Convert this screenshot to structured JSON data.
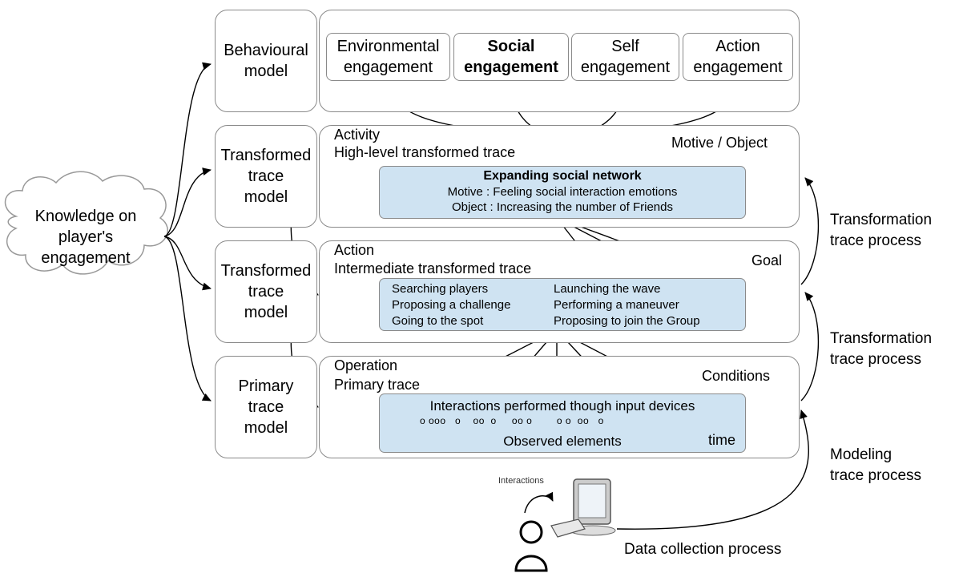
{
  "knowledge": "Knowledge on\nplayer's\nengagement",
  "left_models": [
    "Behavioural\nmodel",
    "Transformed\ntrace\nmodel",
    "Transformed\ntrace\nmodel",
    "Primary\ntrace\nmodel"
  ],
  "engagements": [
    "Environmental\nengagement",
    "Social\nengagement",
    "Self\nengagement",
    "Action\nengagement"
  ],
  "activity": {
    "level": "Activity",
    "trace": "High-level transformed trace",
    "right": "Motive / Object",
    "box_title": "Expanding social network",
    "motive": "Motive : Feeling social interaction emotions",
    "object": "Object : Increasing the number of Friends"
  },
  "action": {
    "level": "Action",
    "trace": "Intermediate transformed trace",
    "right": "Goal",
    "col1": [
      "Searching players",
      "Proposing a challenge",
      "Going to the spot"
    ],
    "col2": [
      "Launching the wave",
      "Performing a maneuver",
      "Proposing to join the Group"
    ]
  },
  "operation": {
    "level": "Operation",
    "trace": "Primary trace",
    "right": "Conditions",
    "top": "Interactions performed though input devices",
    "bottom": "Observed elements",
    "axis": "time",
    "dots": "o ooo   o    oo  o     oo o        o o  oo   o"
  },
  "right_processes": [
    "Transformation\ntrace process",
    "Transformation\ntrace process",
    "Modeling\ntrace process"
  ],
  "data_collection": "Data collection process",
  "interactions_label": "Interactions"
}
